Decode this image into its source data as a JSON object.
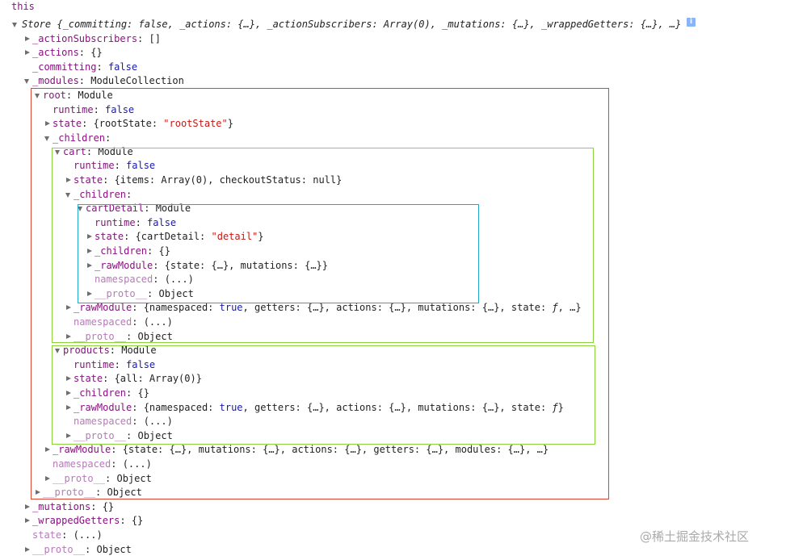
{
  "this_label": "this",
  "store_summary": "Store {_committing: false, _actions: {…}, _actionSubscribers: Array(0), _mutations: {…}, _wrappedGetters: {…}, …}",
  "info_glyph": "i",
  "rows": [
    {
      "k": "_actionSubscribers",
      "v": "[]"
    },
    {
      "k": "_actions",
      "v": "{}"
    },
    {
      "k": "_committing",
      "v": "false"
    },
    {
      "k": "_modules",
      "v": "ModuleCollection"
    },
    {
      "k": "root",
      "v": "Module"
    },
    {
      "k": "runtime",
      "v": "false"
    },
    {
      "k": "state",
      "v_parts": [
        "{rootState: ",
        "\"rootState\"",
        "}"
      ]
    },
    {
      "k": "_children",
      "v": ""
    },
    {
      "k": "cart",
      "v": "Module"
    },
    {
      "k": "runtime",
      "v": "false"
    },
    {
      "k": "state",
      "v": "{items: Array(0), checkoutStatus: null}"
    },
    {
      "k": "_children",
      "v": ""
    },
    {
      "k": "cartDetail",
      "v": "Module"
    },
    {
      "k": "runtime",
      "v": "false"
    },
    {
      "k": "state",
      "v_parts": [
        "{cartDetail: ",
        "\"detail\"",
        "}"
      ]
    },
    {
      "k": "_children",
      "v": "{}"
    },
    {
      "k": "_rawModule",
      "v": "{state: {…}, mutations: {…}}"
    },
    {
      "k": "namespaced",
      "v": "(...)"
    },
    {
      "k": "__proto__",
      "v": "Object"
    },
    {
      "k": "_rawModule",
      "v_parts": [
        "{namespaced: ",
        "true",
        ", getters: {…}, actions: {…}, mutations: {…}, state: ",
        "ƒ",
        ", …}"
      ]
    },
    {
      "k": "namespaced",
      "v": "(...)"
    },
    {
      "k": "__proto__",
      "v": "Object"
    },
    {
      "k": "products",
      "v": "Module"
    },
    {
      "k": "runtime",
      "v": "false"
    },
    {
      "k": "state",
      "v": "{all: Array(0)}"
    },
    {
      "k": "_children",
      "v": "{}"
    },
    {
      "k": "_rawModule",
      "v_parts": [
        "{namespaced: ",
        "true",
        ", getters: {…}, actions: {…}, mutations: {…}, state: ",
        "ƒ",
        "}"
      ]
    },
    {
      "k": "namespaced",
      "v": "(...)"
    },
    {
      "k": "__proto__",
      "v": "Object"
    },
    {
      "k": "_rawModule",
      "v": "{state: {…}, mutations: {…}, actions: {…}, getters: {…}, modules: {…}, …}"
    },
    {
      "k": "namespaced",
      "v": "(...)"
    },
    {
      "k": "__proto__",
      "v": "Object"
    },
    {
      "k": "__proto__",
      "v": "Object"
    },
    {
      "k": "_mutations",
      "v": "{}"
    },
    {
      "k": "_wrappedGetters",
      "v": "{}"
    },
    {
      "k": "state",
      "v": "(...)"
    },
    {
      "k": "__proto__",
      "v": "Object"
    }
  ],
  "colors": {
    "key": "#881280",
    "key_dim": "#b57bb8",
    "string": "#c41a16",
    "keyword": "#1a1aa6",
    "root_box": "#d9452f",
    "module_box": "#8bd23c",
    "detail_box": "#21a9c9"
  },
  "watermark": "@稀土掘金技术社区"
}
